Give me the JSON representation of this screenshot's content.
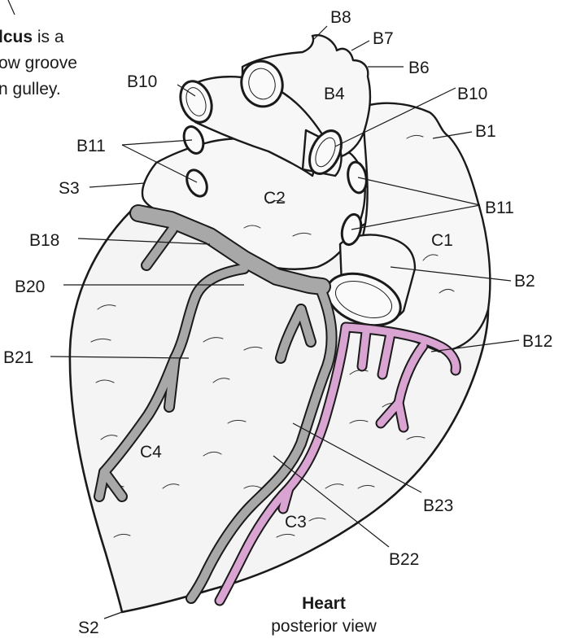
{
  "caption": {
    "title": "Heart",
    "subtitle": "posterior view"
  },
  "note": {
    "line1_bold": "lcus",
    "line1_rest": " is a",
    "line2": "ow groove",
    "line3": "n gulley."
  },
  "labels": {
    "b8": "B8",
    "b7": "B7",
    "b6": "B6",
    "b10_left": "B10",
    "b4": "B4",
    "b10_right": "B10",
    "b1": "B1",
    "b11_left": "B11",
    "b11_right": "B11",
    "s3": "S3",
    "c2": "C2",
    "b18": "B18",
    "c1": "C1",
    "b20": "B20",
    "b2": "B2",
    "b21": "B21",
    "b12": "B12",
    "c4": "C4",
    "b23": "B23",
    "c3": "C3",
    "b22": "B22",
    "s2": "S2"
  },
  "colors": {
    "vein_gray": "#a8a8a8",
    "artery_pink": "#d9a3d2",
    "outline": "#1a1a1a",
    "tissue": "#f4f4f4"
  }
}
